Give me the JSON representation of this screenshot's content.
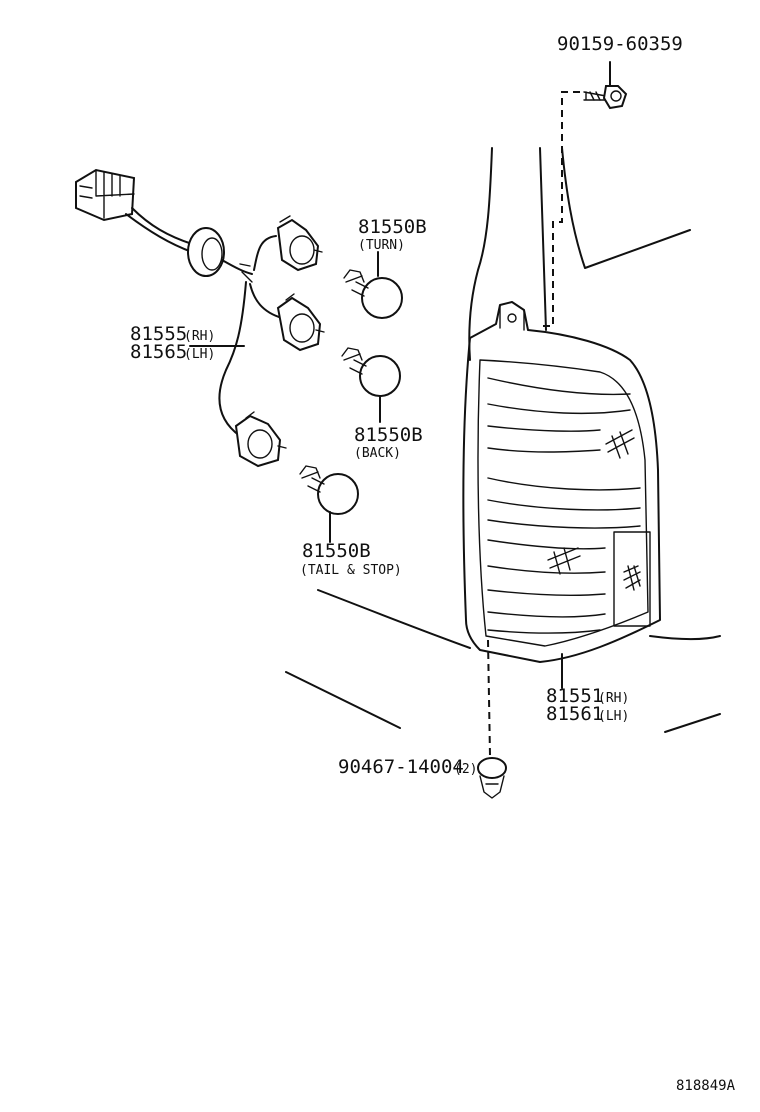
{
  "parts": {
    "bolt": {
      "number": "90159-60359"
    },
    "bulb_turn": {
      "number": "81550B",
      "note": "(TURN)"
    },
    "bulb_back": {
      "number": "81550B",
      "note": "(BACK)"
    },
    "bulb_tail_stop": {
      "number": "81550B",
      "note": "(TAIL & STOP)"
    },
    "socket_wire": {
      "number_rh": "81555",
      "side_rh": "(RH)",
      "number_lh": "81565",
      "side_lh": "(LH)"
    },
    "lamp_assy": {
      "number_rh": "81551",
      "side_rh": "(RH)",
      "number_lh": "81561",
      "side_lh": "(LH)"
    },
    "clip": {
      "number": "90467-14004",
      "qty": "(2)"
    }
  },
  "reference_code": "818849A"
}
